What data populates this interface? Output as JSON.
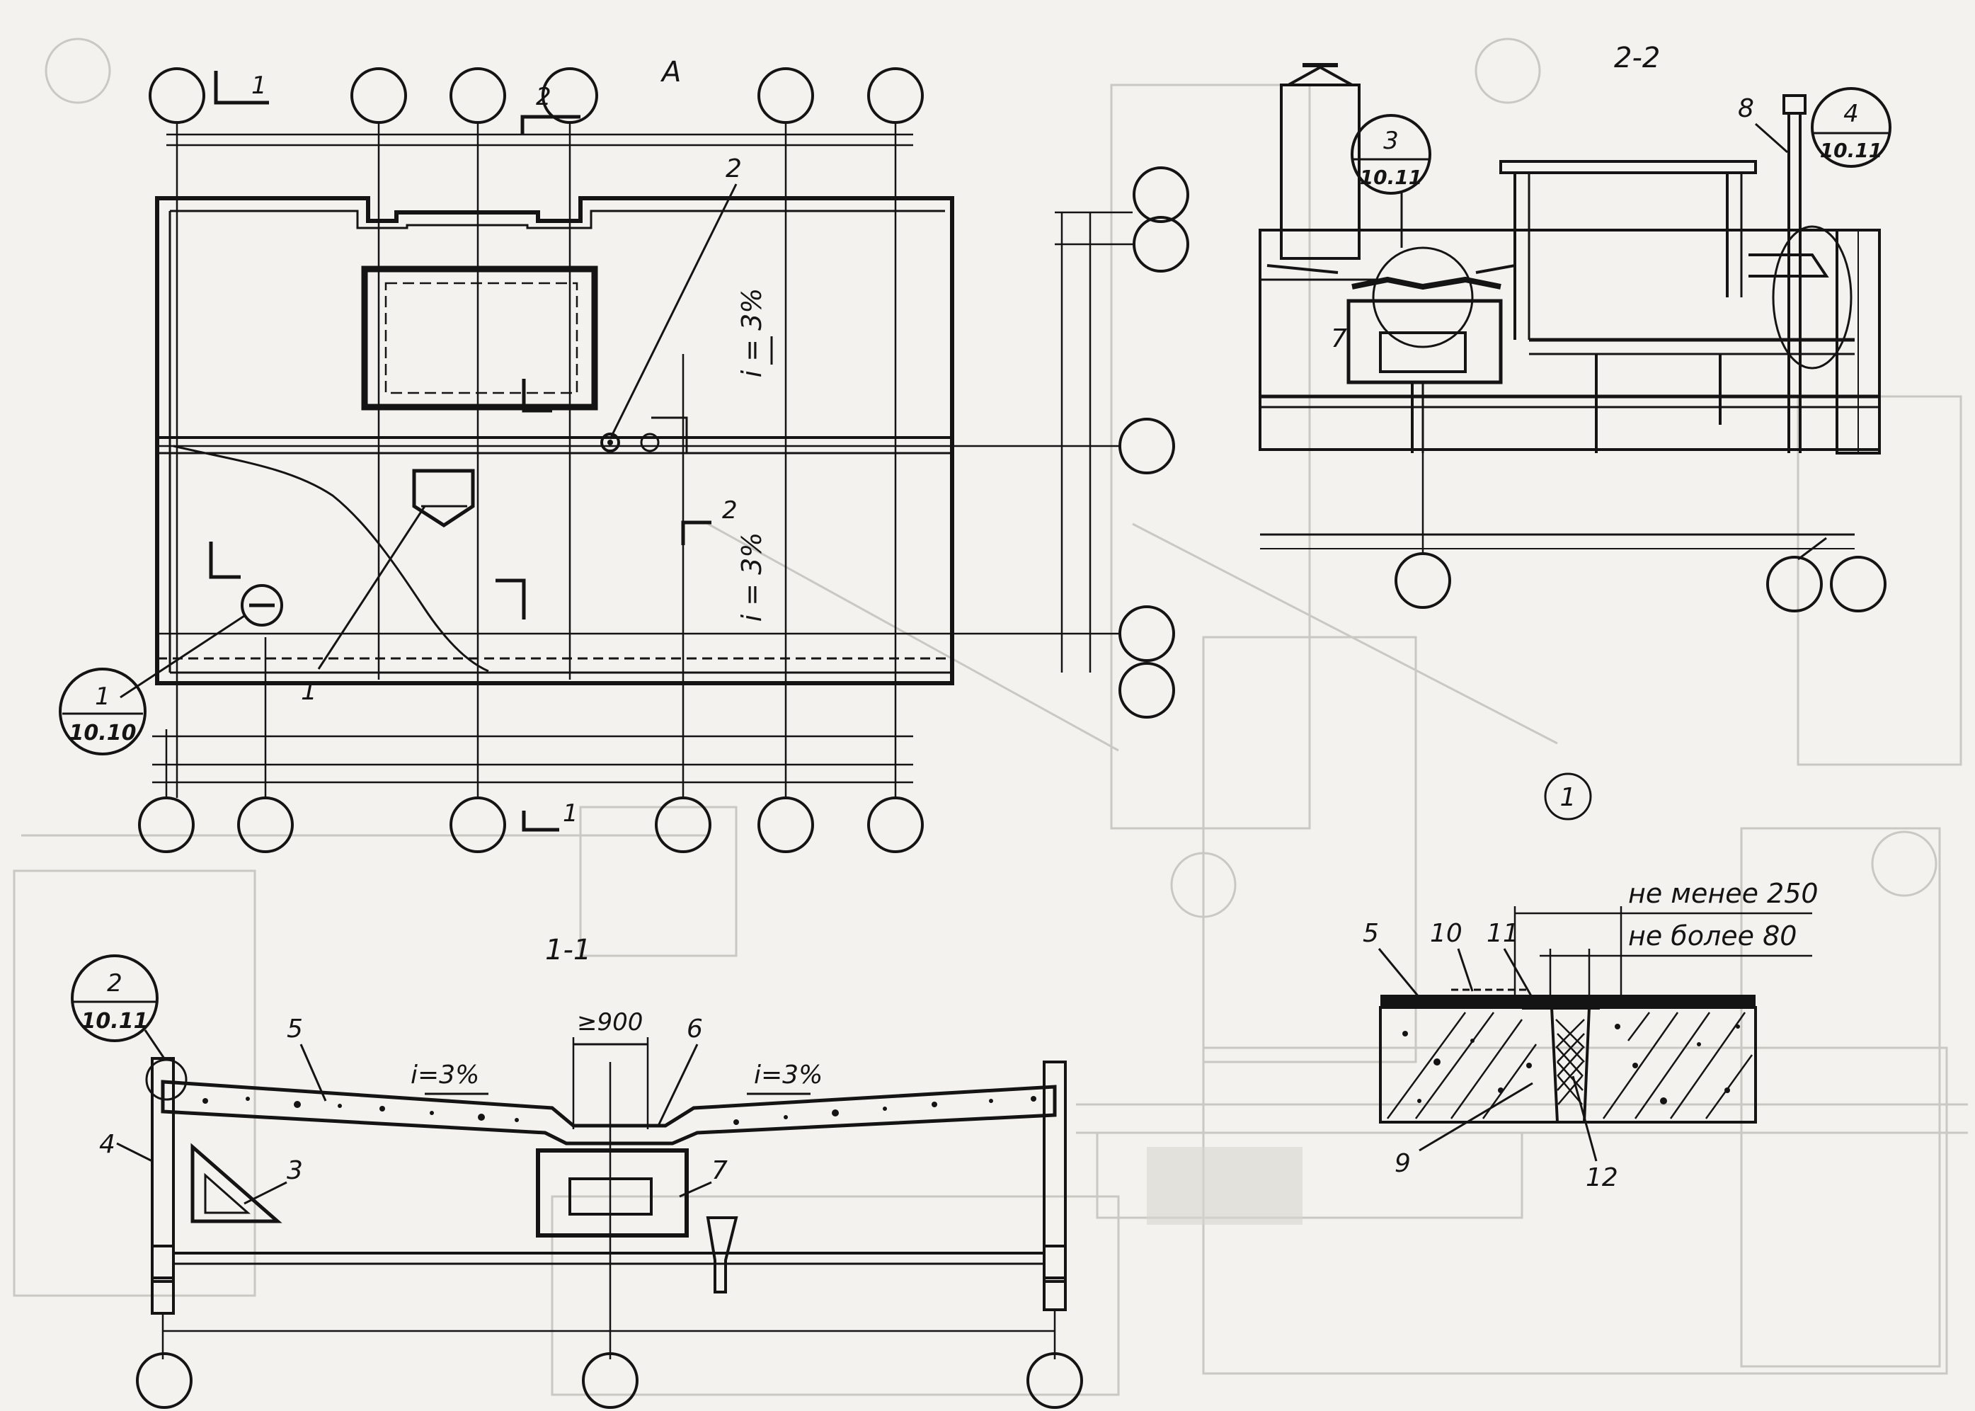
{
  "plan": {
    "title": "А",
    "section_marks": [
      "1",
      "2",
      "2",
      "1"
    ],
    "slopes": [
      "i = 3%",
      "i = 3%"
    ],
    "callout": {
      "number": "1",
      "sheet": "10.10"
    },
    "leaders": [
      "2",
      "1"
    ]
  },
  "section_1_1": {
    "title": "1-1",
    "callout": {
      "number": "2",
      "sheet": "10.11"
    },
    "dimension": "≥900",
    "slopes": [
      "i=3%",
      "i=3%"
    ],
    "labels": [
      "5",
      "6",
      "4",
      "3",
      "7"
    ]
  },
  "section_2_2": {
    "title": "2-2",
    "callout_left": {
      "number": "3",
      "sheet": "10.11"
    },
    "callout_right": {
      "number": "4",
      "sheet": "10.11"
    },
    "labels": [
      "7",
      "8"
    ]
  },
  "detail_1": {
    "title": "1",
    "dim_top": "не менее 250",
    "dim_bottom": "не более 80",
    "labels": [
      "5",
      "10",
      "11",
      "9",
      "12"
    ]
  },
  "colors": {
    "ink": "#141414",
    "paper": "#f3f2ee",
    "faint": "#c9c8c3"
  }
}
